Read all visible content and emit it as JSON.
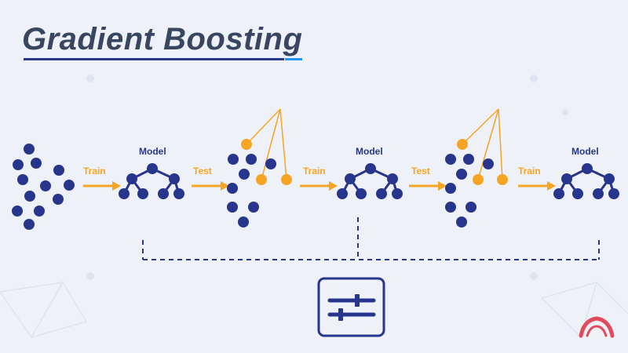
{
  "title": "Gradient Boosting",
  "colors": {
    "background": "#eef1f8",
    "node": "#27368c",
    "highlight": "#f5a523",
    "title_text": "#3a4660",
    "accent": "#2196f3",
    "logo": "#e24a5e"
  },
  "steps": [
    {
      "kind": "step",
      "label": "Train"
    },
    {
      "kind": "model",
      "label": "Model"
    },
    {
      "kind": "step",
      "label": "Test"
    },
    {
      "kind": "step",
      "label": "Train"
    },
    {
      "kind": "model",
      "label": "Model"
    },
    {
      "kind": "step",
      "label": "Test"
    },
    {
      "kind": "step",
      "label": "Train"
    },
    {
      "kind": "model",
      "label": "Model"
    }
  ],
  "icons": {
    "ensemble": "sliders-icon",
    "logo": "brand-logo-icon"
  }
}
